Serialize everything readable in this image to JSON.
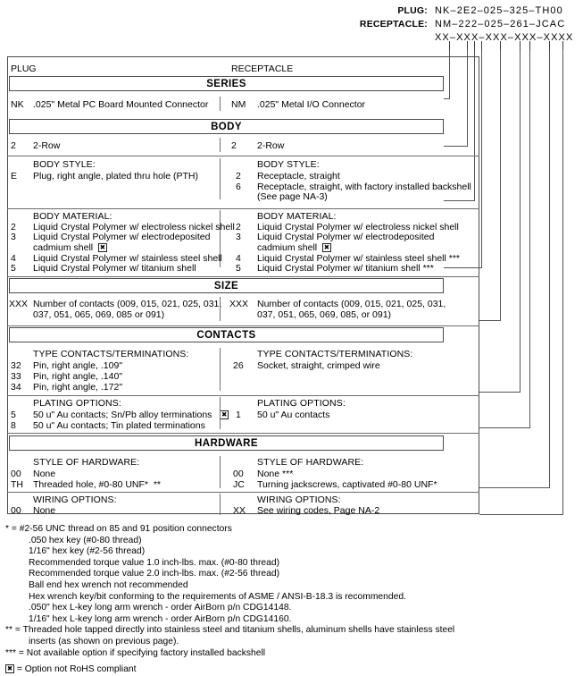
{
  "header": {
    "plug_label": "PLUG:",
    "receptacle_label": "RECEPTACLE:",
    "plug_pn": "NK–2E2–025–325–TH00",
    "receptacle_pn": "NM–222–025–261–JCAC",
    "mask_pn": "XX–XXX–XXX–XXX–XXXX"
  },
  "columns": {
    "plug": "PLUG",
    "receptacle": "RECEPTACLE"
  },
  "sections": {
    "series": {
      "title": "SERIES",
      "plug": {
        "code": "NK",
        "text": ".025\" Metal PC Board Mounted Connector"
      },
      "receptacle": {
        "code": "NM",
        "text": ".025\" Metal I/O Connector"
      }
    },
    "body": {
      "title": "BODY",
      "row": {
        "plug": {
          "code": "2",
          "text": "2-Row"
        },
        "receptacle": {
          "code": "2",
          "text": "2-Row"
        }
      },
      "style": {
        "heading": "BODY STYLE:",
        "plug": [
          {
            "code": "E",
            "text": "Plug, right angle, plated thru hole (PTH)"
          }
        ],
        "receptacle": [
          {
            "code": "2",
            "text": "Receptacle, straight"
          },
          {
            "code": "6",
            "text": "Receptacle, straight, with factory installed backshell"
          },
          {
            "code": "",
            "text": "(See page NA-3)"
          }
        ]
      },
      "material": {
        "heading": "BODY MATERIAL:",
        "plug": [
          {
            "code": "2",
            "text": "Liquid Crystal Polymer w/ electroless nickel shell"
          },
          {
            "code": "3",
            "text": "Liquid Crystal Polymer w/ electrodeposited"
          },
          {
            "code": "",
            "text": "cadmium shell",
            "rohs": true
          },
          {
            "code": "4",
            "text": "Liquid Crystal Polymer w/ stainless steel shell"
          },
          {
            "code": "5",
            "text": "Liquid Crystal Polymer w/ titanium shell"
          }
        ],
        "receptacle": [
          {
            "code": "2",
            "text": "Liquid Crystal Polymer w/ electroless nickel shell"
          },
          {
            "code": "3",
            "text": "Liquid Crystal Polymer w/ electrodeposited"
          },
          {
            "code": "",
            "text": "cadmium shell",
            "rohs": true
          },
          {
            "code": "4",
            "text": "Liquid Crystal Polymer w/ stainless steel shell ***"
          },
          {
            "code": "5",
            "text": "Liquid Crystal Polymer w/ titanium shell ***"
          }
        ]
      }
    },
    "size": {
      "title": "SIZE",
      "plug": {
        "code": "XXX",
        "line1": "Number of contacts (009, 015, 021, 025, 031,",
        "line2": "037, 051, 065, 069, 085 or 091)"
      },
      "receptacle": {
        "code": "XXX",
        "line1": "Number of contacts (009, 015, 021, 025, 031,",
        "line2": "037, 051, 065, 069, 085, or 091)"
      }
    },
    "contacts": {
      "title": "CONTACTS",
      "type": {
        "heading": "TYPE CONTACTS/TERMINATIONS:",
        "plug": [
          {
            "code": "32",
            "text": "Pin, right angle, .109\""
          },
          {
            "code": "33",
            "text": "Pin, right angle, .140\""
          },
          {
            "code": "34",
            "text": "Pin, right angle, .172\""
          }
        ],
        "receptacle": [
          {
            "code": "26",
            "text": "Socket, straight, crimped wire"
          }
        ]
      },
      "plating": {
        "heading": "PLATING OPTIONS:",
        "plug": [
          {
            "code": "5",
            "text": "50 u\" Au contacts; Sn/Pb alloy terminations",
            "rohs": true
          },
          {
            "code": "8",
            "text": "50 u\" Au contacts; Tin plated terminations"
          }
        ],
        "receptacle": [
          {
            "code": "1",
            "text": "50 u\" Au contacts"
          }
        ]
      }
    },
    "hardware": {
      "title": "HARDWARE",
      "style": {
        "heading": "STYLE OF HARDWARE:",
        "plug": [
          {
            "code": "00",
            "text": "None"
          },
          {
            "code": "TH",
            "text": "Threaded hole, #0-80 UNF*  **"
          }
        ],
        "receptacle": [
          {
            "code": "00",
            "text": "None ***"
          },
          {
            "code": "JC",
            "text": "Turning jackscrews, captivated #0-80 UNF*"
          }
        ]
      },
      "wiring": {
        "heading": "WIRING OPTIONS:",
        "plug": [
          {
            "code": "00",
            "text": "None"
          }
        ],
        "receptacle": [
          {
            "code": "XX",
            "text": "See wiring codes, Page NA-2"
          }
        ]
      }
    }
  },
  "footnotes": {
    "star": "* = #2-56 UNC thread on 85 and 91 position connectors",
    "star_lines": [
      ".050 hex key (#0-80 thread)",
      "1/16\" hex key (#2-56 thread)",
      "Recommended torque value 1.0 inch-lbs. max. (#0-80 thread)",
      "Recommended torque value 2.0 inch-lbs. max. (#2-56 thread)",
      "Ball end hex wrench not recommended",
      "Hex wrench key/bit conforming to the requirements of ASME / ANSI-B-18.3 is recommended.",
      ".050\" hex L-key long arm wrench - order AirBorn p/n CDG14148.",
      "1/16\" hex L-key long arm wrench - order AirBorn p/n CDG14160."
    ],
    "dstar_1": "** = Threaded hole tapped directly into stainless steel and titanium shells, aluminum shells have stainless steel",
    "dstar_2": "inserts (as shown on previous page).",
    "tstar": "*** = Not available option if specifying factory installed backshell",
    "rohs_note": "= Option not RoHS compliant"
  }
}
